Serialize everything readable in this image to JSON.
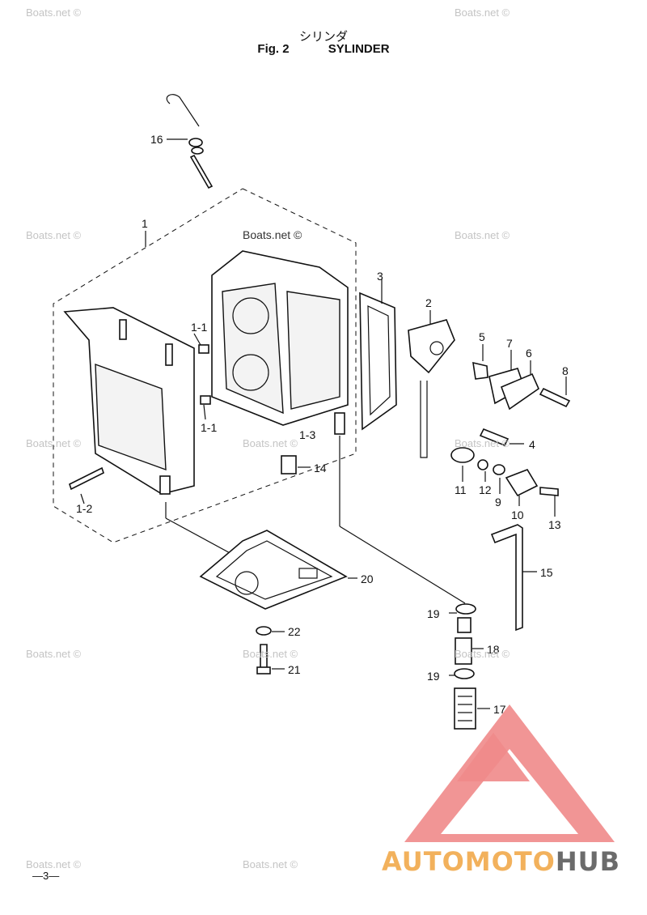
{
  "header": {
    "title_jp": "シリンダ",
    "fig_label": "Fig. 2",
    "fig_title": "SYLINDER"
  },
  "callouts": [
    {
      "id": "c16",
      "text": "16"
    },
    {
      "id": "c1",
      "text": "1"
    },
    {
      "id": "c1-1a",
      "text": "1-1"
    },
    {
      "id": "c1-1b",
      "text": "1-1"
    },
    {
      "id": "c1-2",
      "text": "1-2"
    },
    {
      "id": "c1-3",
      "text": "1-3"
    },
    {
      "id": "c3",
      "text": "3"
    },
    {
      "id": "c2",
      "text": "2"
    },
    {
      "id": "c5",
      "text": "5"
    },
    {
      "id": "c7",
      "text": "7"
    },
    {
      "id": "c6",
      "text": "6"
    },
    {
      "id": "c8",
      "text": "8"
    },
    {
      "id": "c4",
      "text": "4"
    },
    {
      "id": "c14",
      "text": "14"
    },
    {
      "id": "c11",
      "text": "11"
    },
    {
      "id": "c12",
      "text": "12"
    },
    {
      "id": "c9",
      "text": "9"
    },
    {
      "id": "c10",
      "text": "10"
    },
    {
      "id": "c13",
      "text": "13"
    },
    {
      "id": "c15",
      "text": "15"
    },
    {
      "id": "c20",
      "text": "20"
    },
    {
      "id": "c19a",
      "text": "19"
    },
    {
      "id": "c18",
      "text": "18"
    },
    {
      "id": "c19b",
      "text": "19"
    },
    {
      "id": "c17",
      "text": "17"
    },
    {
      "id": "c22",
      "text": "22"
    },
    {
      "id": "c21",
      "text": "21"
    }
  ],
  "watermark": "Boats.net ©",
  "page_number": "—3—",
  "logo": {
    "part_a": "AUTOMOTO",
    "part_b": "HUB",
    "color_triangle": "#f08a8a",
    "color_text_a": "#f2b15c",
    "color_text_b": "#6b6b6b"
  }
}
